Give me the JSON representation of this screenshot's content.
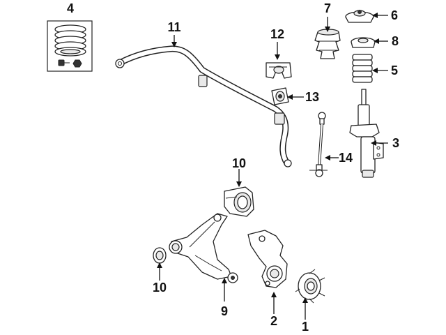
{
  "callouts": {
    "c1": "1",
    "c2": "2",
    "c3": "3",
    "c4": "4",
    "c5": "5",
    "c6": "6",
    "c7": "7",
    "c8": "8",
    "c9": "9",
    "c10_upper": "10",
    "c10_lower": "10",
    "c11": "11",
    "c12": "12",
    "c13": "13",
    "c14": "14"
  }
}
